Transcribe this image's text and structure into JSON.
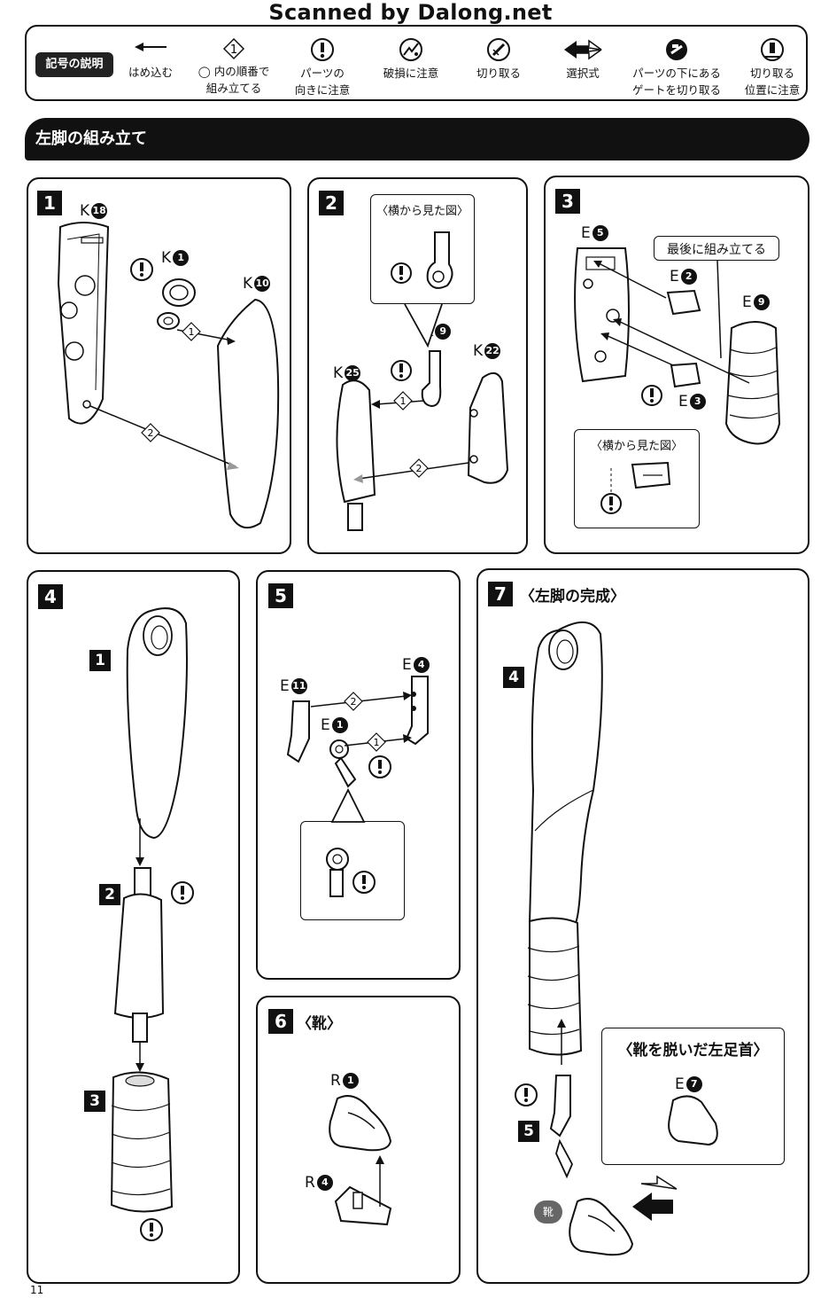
{
  "header": {
    "scanned_text": "Scanned by Dalong.net"
  },
  "legend": {
    "title": "記号の説明",
    "items": [
      {
        "icon": "arrow-left-icon",
        "line1": "はめ込む",
        "line2": ""
      },
      {
        "icon": "circled-number-icon",
        "line1": "◯ 内の順番で",
        "line2": "組み立てる"
      },
      {
        "icon": "caution-icon",
        "line1": "パーツの",
        "line2": "向きに注意"
      },
      {
        "icon": "breakage-icon",
        "line1": "破損に注意",
        "line2": ""
      },
      {
        "icon": "cut-icon",
        "line1": "切り取る",
        "line2": ""
      },
      {
        "icon": "select-arrows-icon",
        "line1": "選択式",
        "line2": ""
      },
      {
        "icon": "gate-cut-icon",
        "line1": "パーツの下にある",
        "line2": "ゲートを切り取る"
      },
      {
        "icon": "cut-position-icon",
        "line1": "切り取る",
        "line2": "位置に注意"
      }
    ]
  },
  "section": {
    "title": "左脚の組み立て"
  },
  "steps": {
    "s1": {
      "num": "1",
      "parts": [
        {
          "letter": "K",
          "num": "18"
        },
        {
          "letter": "K",
          "num": "1"
        },
        {
          "letter": "K",
          "num": "10"
        }
      ],
      "seq": [
        "1",
        "2"
      ]
    },
    "s2": {
      "num": "2",
      "callout": "〈横から見た図〉",
      "parts": [
        {
          "letter": "K",
          "num": "9"
        },
        {
          "letter": "K",
          "num": "25"
        },
        {
          "letter": "K",
          "num": "22"
        }
      ],
      "seq": [
        "1",
        "2"
      ]
    },
    "s3": {
      "num": "3",
      "callout_top": "最後に組み立てる",
      "callout_bottom": "〈横から見た図〉",
      "parts": [
        {
          "letter": "E",
          "num": "5"
        },
        {
          "letter": "E",
          "num": "2"
        },
        {
          "letter": "E",
          "num": "9"
        },
        {
          "letter": "E",
          "num": "3"
        }
      ]
    },
    "s4": {
      "num": "4",
      "subs": [
        "1",
        "2",
        "3"
      ]
    },
    "s5": {
      "num": "5",
      "parts": [
        {
          "letter": "E",
          "num": "11"
        },
        {
          "letter": "E",
          "num": "4"
        },
        {
          "letter": "E",
          "num": "1"
        }
      ],
      "seq": [
        "2",
        "1"
      ]
    },
    "s6": {
      "num": "6",
      "title": "〈靴〉",
      "parts": [
        {
          "letter": "R",
          "num": "1"
        },
        {
          "letter": "R",
          "num": "4"
        }
      ]
    },
    "s7": {
      "num": "7",
      "title": "〈左脚の完成〉",
      "subs": [
        "4",
        "5"
      ],
      "callout": "〈靴を脱いだ左足首〉",
      "part": {
        "letter": "E",
        "num": "7"
      },
      "badge": "靴"
    }
  },
  "page_number": "11"
}
